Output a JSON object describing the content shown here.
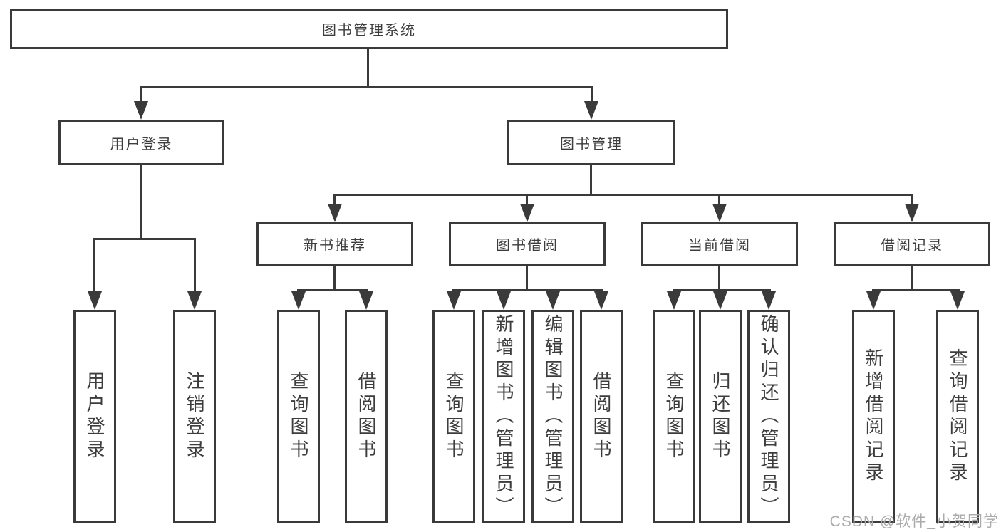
{
  "tree": {
    "label": "图书管理系统",
    "children": [
      {
        "label": "用户登录",
        "children": [
          {
            "label": "用户登录"
          },
          {
            "label": "注销登录"
          }
        ]
      },
      {
        "label": "图书管理",
        "children": [
          {
            "label": "新书推荐",
            "children": [
              {
                "label": "查询图书"
              },
              {
                "label": "借阅图书"
              }
            ]
          },
          {
            "label": "图书借阅",
            "children": [
              {
                "label": "查询图书"
              },
              {
                "label": "新增图书（管理员）"
              },
              {
                "label": "编辑图书（管理员）"
              },
              {
                "label": "借阅图书"
              }
            ]
          },
          {
            "label": "当前借阅",
            "children": [
              {
                "label": "查询图书"
              },
              {
                "label": "归还图书"
              },
              {
                "label": "确认归还（管理员）"
              }
            ]
          },
          {
            "label": "借阅记录",
            "children": [
              {
                "label": "新增借阅记录"
              },
              {
                "label": "查询借阅记录"
              }
            ]
          }
        ]
      }
    ]
  },
  "watermark": {
    "text": "CSDN @软件_小贺同学"
  },
  "colors": {
    "line": "#3a3a3a",
    "text": "#3d3d3d",
    "box_background": "#ffffff",
    "watermark": "#ababab",
    "background": "#ffffff"
  }
}
